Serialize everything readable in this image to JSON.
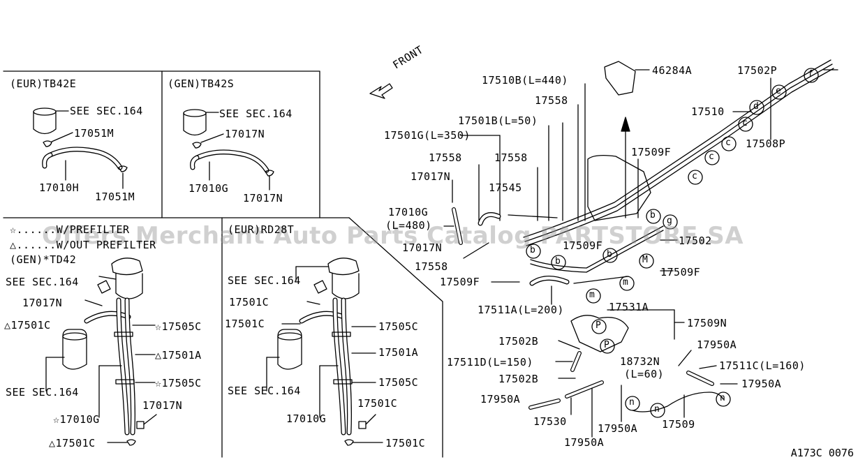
{
  "watermark": "Offers Merchant Auto Parts Catalog PARTSTORE.SA",
  "diagram_code": "A173C 0076",
  "front_label": "FRONT",
  "panels": {
    "eur_tb42e": {
      "header": "(EUR)TB42E",
      "labels": [
        "SEE SEC.164",
        "17051M",
        "17010H",
        "17051M"
      ]
    },
    "gen_tb42s": {
      "header": "(GEN)TB42S",
      "labels": [
        "SEE SEC.164",
        "17017N",
        "17010G",
        "17017N"
      ]
    },
    "td42": {
      "legend1": "☆......W/PREFILTER",
      "legend2": "△......W/OUT PREFILTER",
      "header": "(GEN)*TD42",
      "labels": [
        "SEE SEC.164",
        "17017N",
        "△17501C",
        "☆17505C",
        "△17501A",
        "☆17505C",
        "SEE SEC.164",
        "17017N",
        "☆17010G",
        "△17501C"
      ]
    },
    "eur_rd28t": {
      "header": "(EUR)RD28T",
      "labels": [
        "SEE SEC.164",
        "17501C",
        "17501C",
        "17505C",
        "17501A",
        "17505C",
        "SEE SEC.164",
        "17501C",
        "17010G",
        "17501C"
      ]
    }
  },
  "main_labels": [
    "17510B(L=440)",
    "17558",
    "46284A",
    "17502P",
    "17510",
    "17508P",
    "17501B(L=50)",
    "17501G(L=350)",
    "17558",
    "17558",
    "17509F",
    "17017N",
    "17545",
    "17010G",
    "(L=480)",
    "17017N",
    "17509F",
    "17502",
    "17558",
    "17509F",
    "17509F",
    "17511A(L=200)",
    "17531A",
    "17509N",
    "17502B",
    "17511D(L=150)",
    "17502B",
    "18732N",
    "(L=60)",
    "17950A",
    "17511C(L=160)",
    "17950A",
    "17950A",
    "17530",
    "17950A",
    "17509",
    "17950A"
  ],
  "clip_letters": [
    "f",
    "e",
    "d",
    "c",
    "c",
    "c",
    "c",
    "b",
    "b",
    "b",
    "b",
    "a",
    "g",
    "M",
    "m",
    "m",
    "P",
    "P",
    "n",
    "n",
    "n"
  ]
}
